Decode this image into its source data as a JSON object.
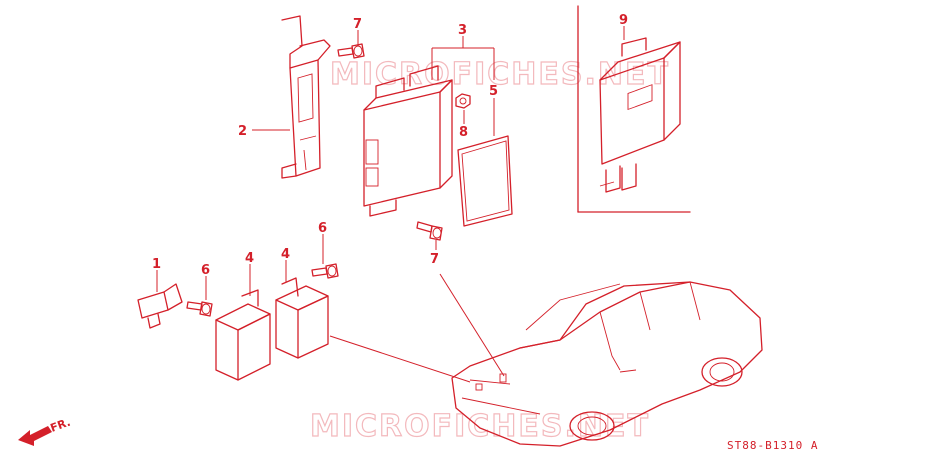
{
  "diagram": {
    "callouts": {
      "c1": "1",
      "c2": "2",
      "c3": "3",
      "c4a": "4",
      "c4b": "4",
      "c5": "5",
      "c6a": "6",
      "c6b": "6",
      "c7a": "7",
      "c7b": "7",
      "c8": "8",
      "c9": "9"
    },
    "watermark_top": "MICROFICHES.NET",
    "watermark_bottom": "MICROFICHES.NET",
    "direction_label": "FR.",
    "diagram_code": "ST88-B1310 A"
  },
  "colors": {
    "line": "#d4202a",
    "watermark": "#f3b9bd",
    "background": "#ffffff"
  }
}
